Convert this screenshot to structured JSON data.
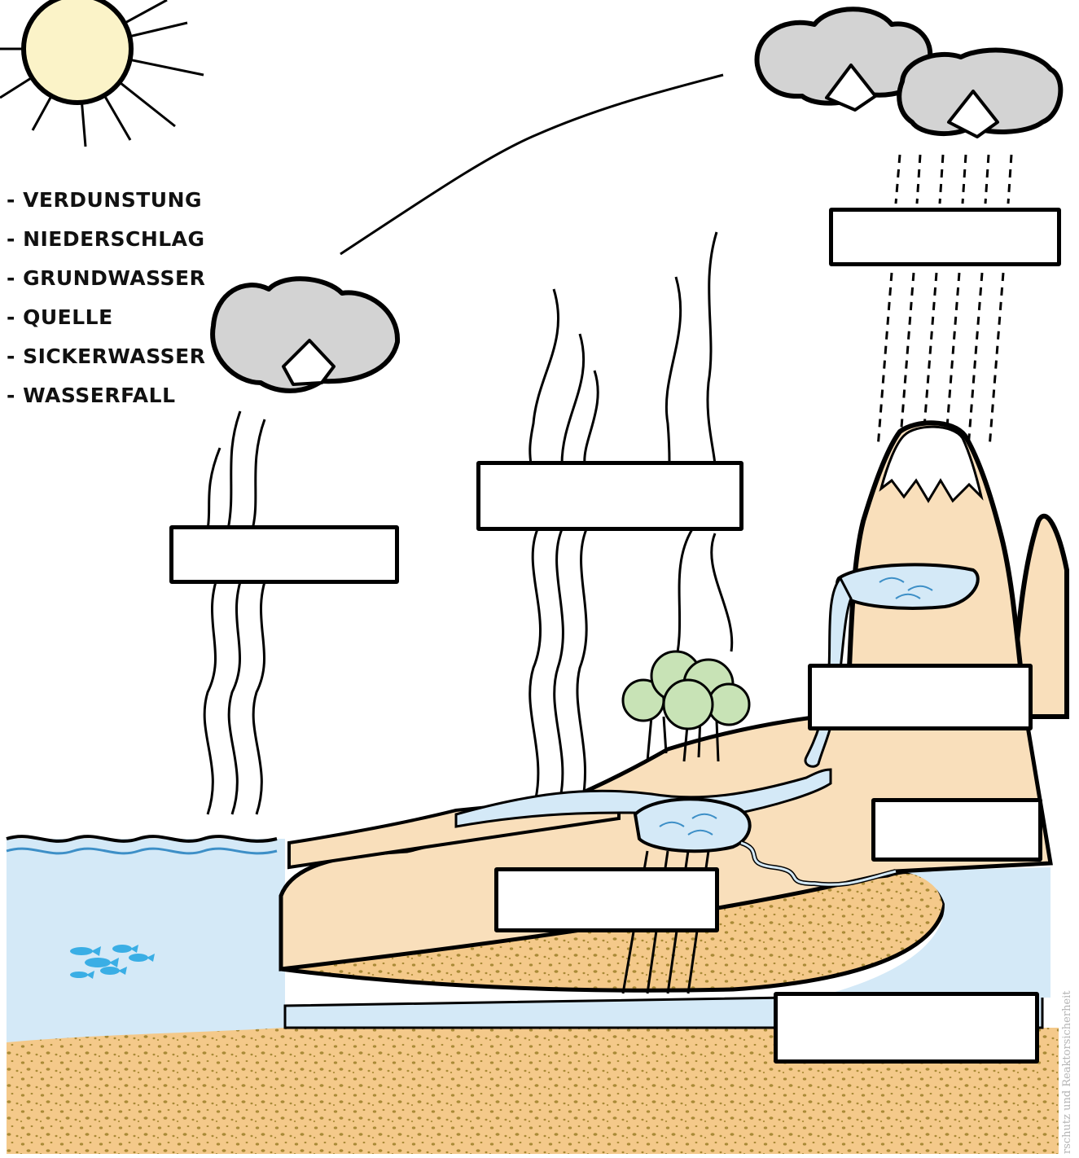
{
  "word_bank": [
    "- VERDUNSTUNG",
    "- NIEDERSCHLAG",
    "- GRUNDWASSER",
    "- QUELLE",
    "- SICKERWASSER",
    "- WASSERFALL"
  ],
  "answer_boxes": [
    "",
    "",
    "",
    "",
    "",
    "",
    ""
  ],
  "credit": "rschutz und Reaktorsicherheit",
  "colors": {
    "water": "#d4e9f7",
    "water_line": "#3d8fc7",
    "land": "#f9dfbb",
    "soil": "#f4c98a",
    "soil_dots": "#a98a36",
    "cloud": "#d3d3d3",
    "sun": "#fbf3c8",
    "tree": "#c8e3b6",
    "fish": "#3aaee5"
  },
  "icons": [
    "sun-icon",
    "cloud-icon",
    "tree-icon",
    "fish-icon",
    "mountain-icon"
  ]
}
